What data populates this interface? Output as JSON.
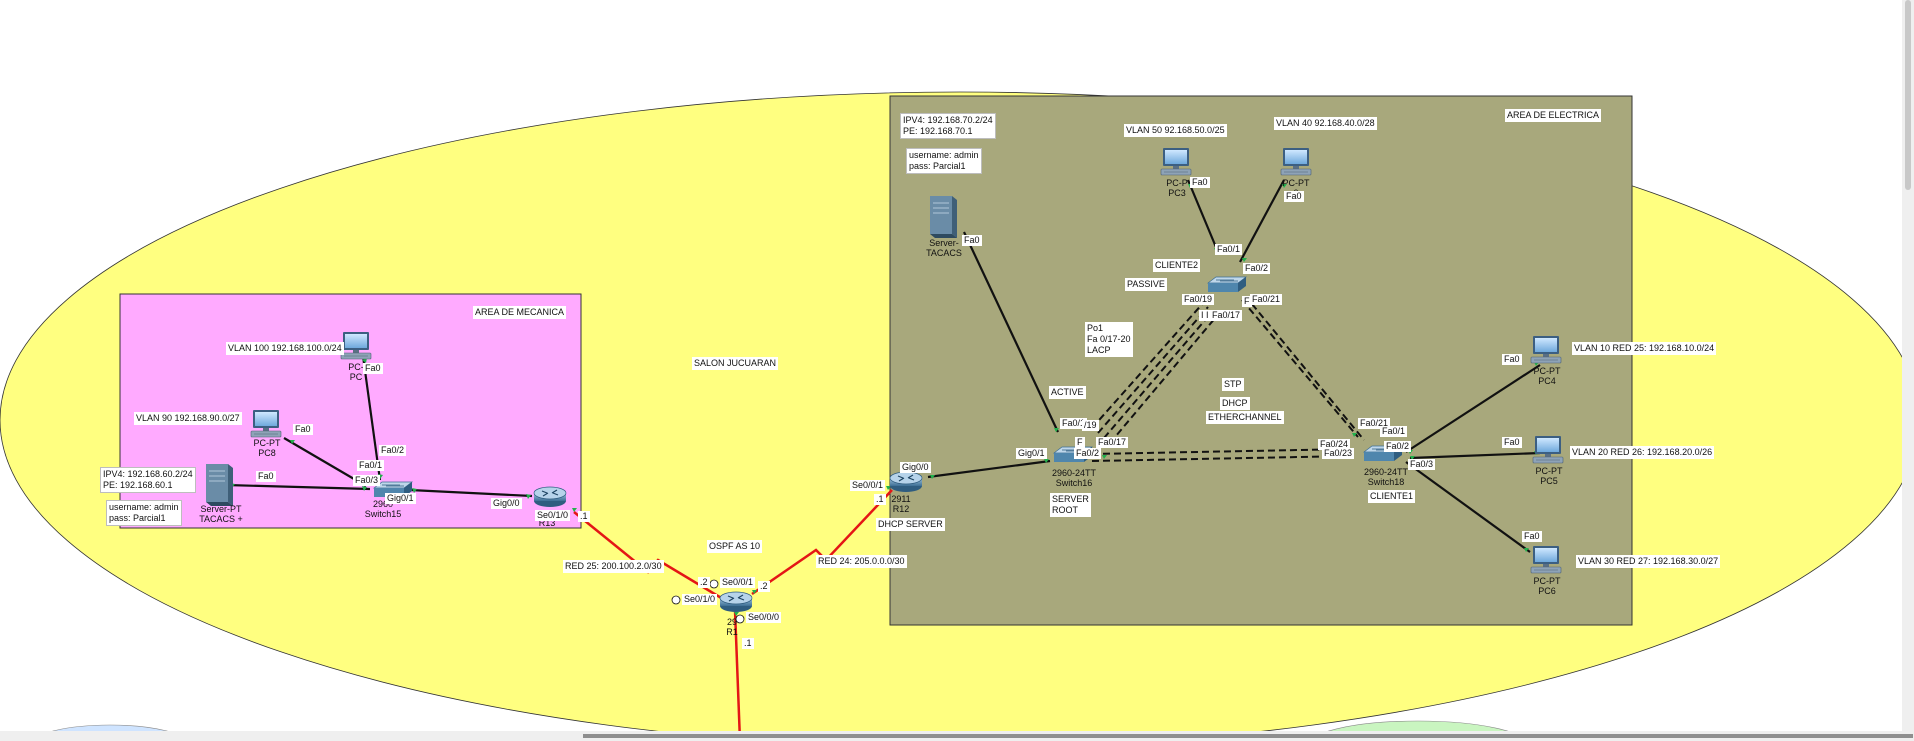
{
  "colors": {
    "cloud": "#ffff80",
    "mecanica_area": "#ffaaff",
    "electrica_area": "#a8a87c",
    "serial_link": "#e41616",
    "ethernet_link": "#111111",
    "link_up": "#22b14c"
  },
  "areas": {
    "mecanica": "AREA DE MECANICA",
    "electrica": "AREA DE ELECTRICA"
  },
  "labels": {
    "salon": "SALON JUCUARAN",
    "ospf": "OSPF AS 10",
    "red25": "RED 25: 200.100.2.0/30",
    "red24": "RED 24: 205.0.0.0/30",
    "vlan100": "VLAN 100 192.168.100.0/24",
    "vlan90": "VLAN 90 192.168.90.0/27",
    "mec_ip": "IPV4: 192.168.60.2/24\nPE: 192.168.60.1",
    "mec_cred": "username: admin\npass: Parcial1",
    "ele_ip": "IPV4: 192.168.70.2/24\nPE: 192.168.70.1",
    "ele_cred": "username: admin\npass: Parcial1",
    "vlan50": "VLAN 50 92.168.50.0/25",
    "vlan40": "VLAN 40 92.168.40.0/28",
    "vlan10": "VLAN 10 RED 25: 192.168.10.0/24",
    "vlan20": "VLAN 20 RED 26: 192.168.20.0/26",
    "vlan30": "VLAN 30 RED 27: 192.168.30.0/27",
    "cliente2": "CLIENTE2",
    "passive": "PASSIVE",
    "po1": "Po1\nFa 0/17-20\nLACP",
    "active": "ACTIVE",
    "stp": "STP",
    "dhcp": "DHCP",
    "etherchannel": "ETHERCHANNEL",
    "server_root": "SERVER\nROOT",
    "cliente1": "CLIENTE1",
    "dhcp_server": "DHCP SERVER"
  },
  "captions": {
    "pc_mec_top": "PC-\nPC",
    "pc8": "PC-PT\nPC8",
    "server_mec": "Server-PT\nTACACS +",
    "switch15": "2960\nSwitch15",
    "r13": "R13",
    "r11": "29\nR1",
    "r12": "2911\nR12",
    "server_ele": "Server-\nTACACS",
    "pc3": "PC-P\nPC3",
    "pc_ele_top": "PC-PT\n0",
    "switch16": "2960-24TT\nSwitch16",
    "switch18": "2960-24TT\nSwitch18",
    "pc4": "PC-PT\nPC4",
    "pc5": "PC-PT\nPC5",
    "pc6": "PC-PT\nPC6"
  },
  "ports": {
    "fa0_pc_mec_top": "Fa0",
    "fa0_pc8": "Fa0",
    "fa0_server_mec": "Fa0",
    "sw15_fa02": "Fa0/2",
    "sw15_fa01": "Fa0/1",
    "sw15_fa03": "Fa0/3",
    "sw15_gig01": "Gig0/1",
    "r13_gig00": "Gig0/0",
    "r13_se010": "Se0/1/0",
    "r13_dot1": ".1",
    "r11_dot2a": ".2",
    "r11_se001": "Se0/0/1",
    "r11_dot2b": ".2",
    "r11_se010": "Se0/1/0",
    "r11_se000": "Se0/0/0",
    "r11_dot1": ".1",
    "r12_se001": "Se0/0/1",
    "r12_dot1": ".1",
    "r12_gig00": "Gig0/0",
    "sw16_gig01": "Gig0/1",
    "fa0_server_ele": "Fa0",
    "fa0_pc3": "Fa0",
    "fa0_pc_ele_top": "Fa0",
    "cen_fa01": "Fa0/1",
    "cen_fa02": "Fa0/2",
    "cen_fa019": "Fa0/19",
    "cen_fa021": "Fa0/21",
    "cen_fa017": "Fa0/17",
    "cen_ii": "I I",
    "cen_f": "F",
    "sw16_fa01": "Fa0/1",
    "sw16_19": "/19",
    "sw16_fa017": "Fa0/17",
    "sw16_fa0": "Fa0/2",
    "sw16_f": "F",
    "sw18_fa021": "Fa0/21",
    "sw18_fa01": "Fa0/1",
    "sw18_fa02": "Fa0/2",
    "sw18_fa03": "Fa0/3",
    "sw18_fa024": "Fa0/24",
    "sw18_fa023": "Fa0/23",
    "fa0_pc4": "Fa0",
    "fa0_pc5": "Fa0",
    "fa0_pc6": "Fa0"
  }
}
